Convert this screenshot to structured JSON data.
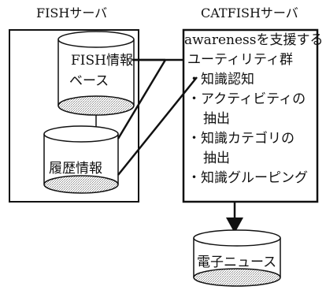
{
  "fish_server": {
    "title": "FISHサーバ",
    "db1_line1": "FISH情報",
    "db1_line2": "ベース",
    "db2_label": "履歴情報"
  },
  "catfish_server": {
    "title": "CATFISHサーバ",
    "box_line1": "awarenessを支援する",
    "box_line2": "ユーティリティ群",
    "items": [
      "・知識認知",
      "・アクティビティの",
      "抽出",
      "・知識カテゴリの",
      "抽出",
      "・知識グルーピング"
    ]
  },
  "news_db": {
    "label": "電子ニュース"
  },
  "colors": {
    "ink": "#111111",
    "dither": "#9a9a9a",
    "background": "#ffffff"
  }
}
